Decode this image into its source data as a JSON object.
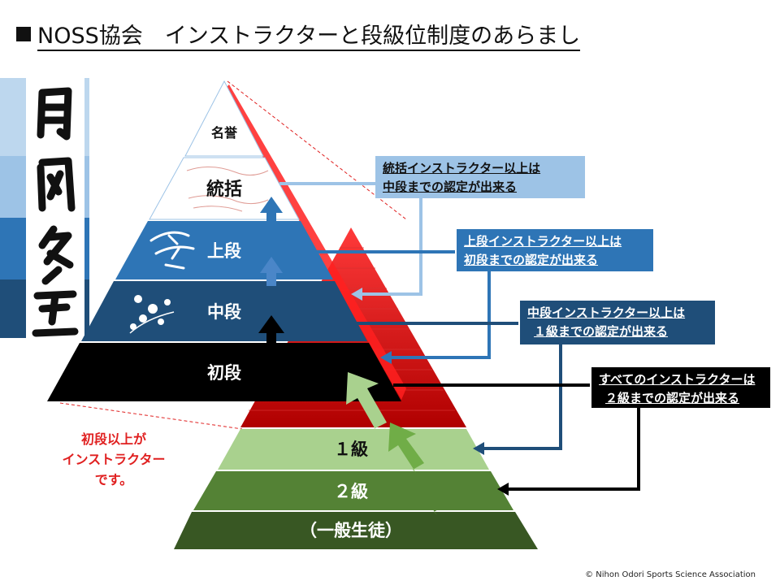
{
  "title": "NOSS協会　インストラクターと段級位制度のあらまし",
  "colors": {
    "meiyo": "#ffffff",
    "tokatsu": "#c8dcf0",
    "jodan": "#2e75b6",
    "chudan": "#1f4e79",
    "shodan": "#000000",
    "kyu1": "#a9d18e",
    "kyu2": "#548235",
    "general": "#385723",
    "red": "#ff0000"
  },
  "levels": {
    "meiyo": "名誉",
    "tokatsu": "統括",
    "jodan": "上段",
    "chudan": "中段",
    "shodan": "初段",
    "kyu1": "１級",
    "kyu2": "２級",
    "general": "（一般生徒）"
  },
  "notes": {
    "tokatsu": [
      "統括インストラクター以上は",
      "中段までの認定が出来る"
    ],
    "jodan": [
      "上段インストラクター以上は",
      "初段までの認定が出来る"
    ],
    "chudan": [
      "中段インストラクター以上は",
      "１級までの認定が出来る"
    ],
    "all": [
      "すべてのインストラクターは",
      "２級までの認定が出来る"
    ]
  },
  "instructor_note": [
    "初段以上が",
    "インストラクター",
    "です。"
  ],
  "copyright": "© Nihon Odori Sports Science Association"
}
